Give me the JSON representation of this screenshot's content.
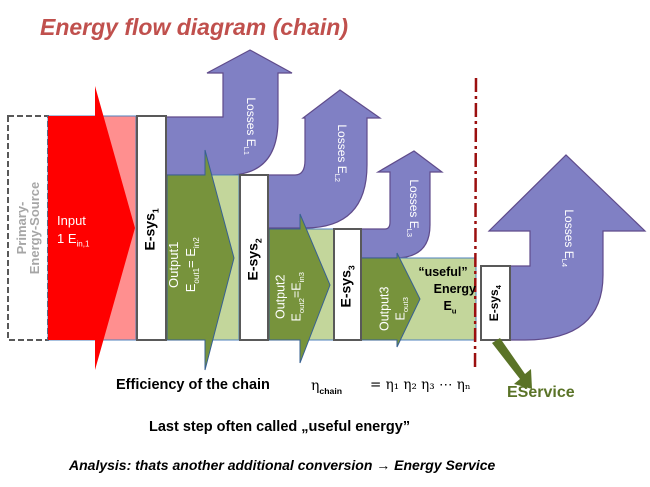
{
  "title": "Energy flow diagram (chain)",
  "source": {
    "line1": "Primary-",
    "line2": "Energy-Source"
  },
  "input": {
    "line1": "Input",
    "line2_prefix": "1 E",
    "line2_sub": "in,1"
  },
  "systems": [
    {
      "prefix": "E-sys",
      "sub": "1"
    },
    {
      "prefix": "E-sys",
      "sub": "2"
    },
    {
      "prefix": "E-sys",
      "sub": "3"
    },
    {
      "prefix": "E-sys",
      "sub": "4"
    }
  ],
  "outputs": [
    {
      "label": "Output1",
      "eq_a": "E",
      "eq_a_sub": "out1",
      "eq_mid": "= E",
      "eq_b_sub": "in2"
    },
    {
      "label": "Output2",
      "eq_a": "E",
      "eq_a_sub": "out2",
      "eq_mid": "=E",
      "eq_b_sub": "in3"
    },
    {
      "label": "Output3",
      "eq_a": "E",
      "eq_a_sub": "out3",
      "eq_mid": "",
      "eq_b_sub": ""
    }
  ],
  "losses": [
    {
      "prefix": "Losses E",
      "sub": "L1"
    },
    {
      "prefix": "Losses E",
      "sub": "L2"
    },
    {
      "prefix": "Losses E",
      "sub": "L3"
    },
    {
      "prefix": "Losses E",
      "sub": "L4"
    }
  ],
  "useful": {
    "line1": "“useful”",
    "line2": "Energy",
    "line3_prefix": "E",
    "line3_sub": "u"
  },
  "service_label": "EService",
  "efficiency": {
    "label": "Efficiency of the chain",
    "symbol": "η",
    "symbol_sub": "chain",
    "formula": "= η₁ η₂ η₃ ⋯ ηₙ"
  },
  "note": "Last step often called „useful energy”",
  "analysis": "Analysis: thats another additional conversion → Energy Service",
  "colors": {
    "title": "#c0504d",
    "input_red": "#ff0000",
    "input_pink": "#ff8f8f",
    "loss_purple": "#8080c4",
    "loss_border": "#5f4b8b",
    "green_dark": "#77933c",
    "green_light": "#c3d69b",
    "boundary": "#9b0f0f",
    "service_green": "#5a7327"
  }
}
